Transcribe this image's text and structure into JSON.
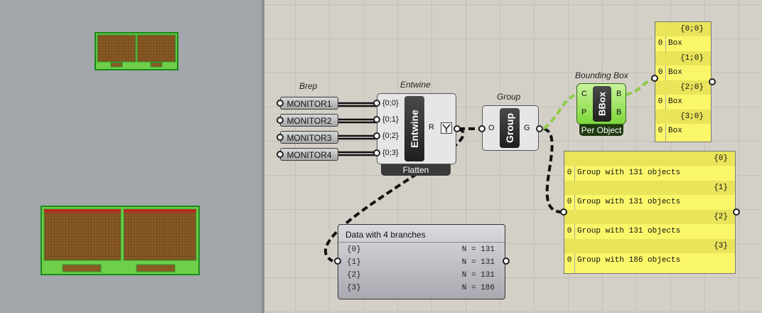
{
  "colors": {
    "panel_yellow": "#faf66a",
    "component_green": "#7ed83a",
    "wire": "#111111"
  },
  "brep": {
    "label": "Brep",
    "items": [
      "MONITOR1",
      "MONITOR2",
      "MONITOR3",
      "MONITOR4"
    ]
  },
  "entwine": {
    "label": "Entwine",
    "name": "Entwine",
    "inputs": [
      "{0;0}",
      "{0;1}",
      "{0;2}",
      "{0;3}"
    ],
    "output": "R",
    "footer": "Flatten"
  },
  "group": {
    "label": "Group",
    "name": "Group",
    "input": "O",
    "output": "G"
  },
  "bbox": {
    "label": "Bounding Box",
    "name": "BBox",
    "inputs": [
      "C",
      "P"
    ],
    "outputs": [
      "B",
      "B"
    ],
    "footer": "Per Object"
  },
  "panel_boxes": {
    "rows": [
      {
        "path": "{0;0}",
        "index": "0",
        "value": "Box"
      },
      {
        "path": "{1;0}",
        "index": "0",
        "value": "Box"
      },
      {
        "path": "{2;0}",
        "index": "0",
        "value": "Box"
      },
      {
        "path": "{3;0}",
        "index": "0",
        "value": "Box"
      }
    ]
  },
  "panel_groups": {
    "rows": [
      {
        "path": "{0}",
        "index": "0",
        "value": "Group with 131 objects"
      },
      {
        "path": "{1}",
        "index": "0",
        "value": "Group with 131 objects"
      },
      {
        "path": "{2}",
        "index": "0",
        "value": "Group with 131 objects"
      },
      {
        "path": "{3}",
        "index": "0",
        "value": "Group with 186 objects"
      }
    ]
  },
  "data_panel": {
    "title": "Data with 4 branches",
    "rows": [
      {
        "path": "{0}",
        "count": "N = 131"
      },
      {
        "path": "{1}",
        "count": "N = 131"
      },
      {
        "path": "{2}",
        "count": "N = 131"
      },
      {
        "path": "{3}",
        "count": "N = 186"
      }
    ]
  }
}
